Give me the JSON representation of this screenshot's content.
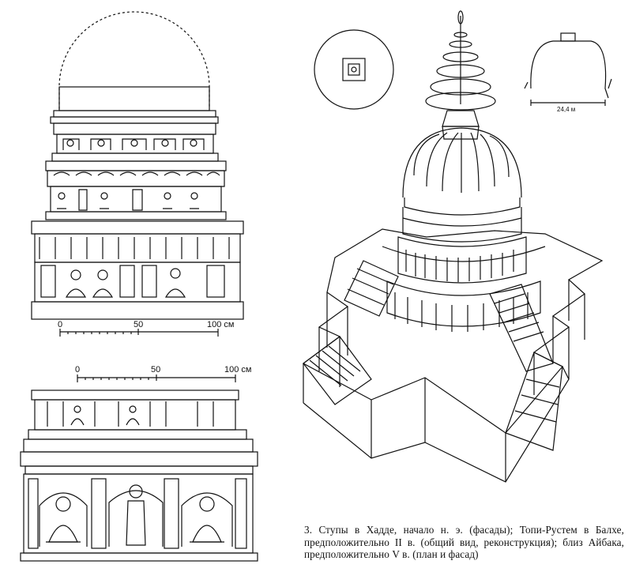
{
  "figure": {
    "scale_top": {
      "ticks": [
        "0",
        "50",
        "100 см"
      ]
    },
    "scale_bottom": {
      "ticks": [
        "0",
        "50",
        "100 см"
      ]
    },
    "plan_dimension": "24,4 м",
    "caption": "3. Ступы в Хадде, начало н. э. (фасады); Топи-Рустем в Балхе, предположительно II в. (общий вид, реконструкция); близ Айбака, предположительно V в. (план и фасад)"
  },
  "colors": {
    "ink": "#111111",
    "paper": "#ffffff"
  }
}
